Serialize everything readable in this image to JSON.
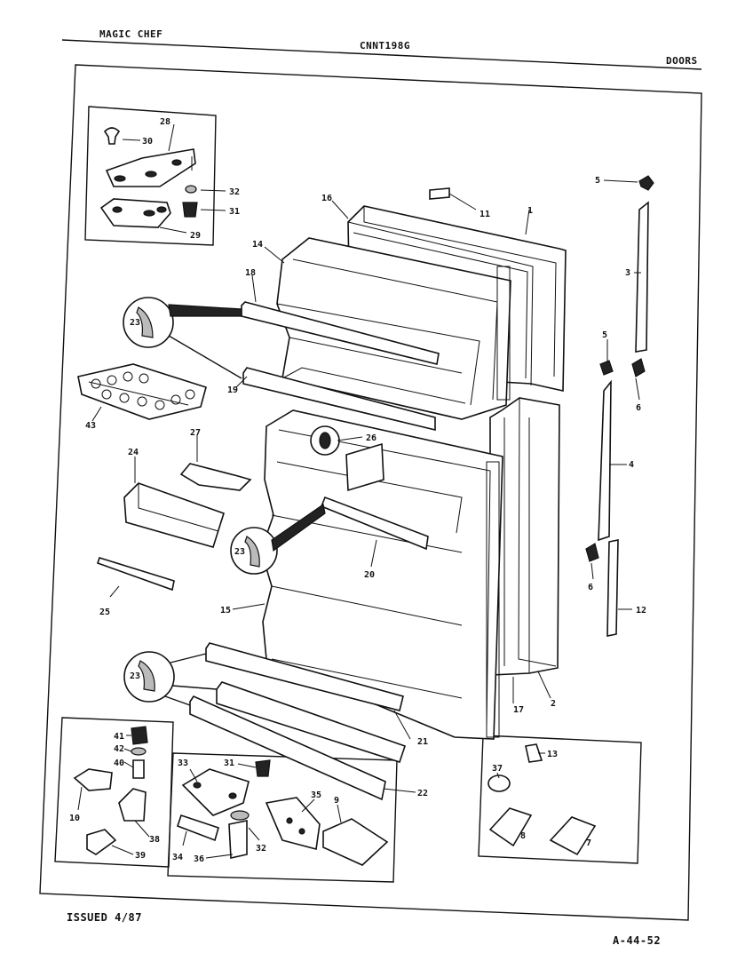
{
  "header": {
    "brand": "MAGIC CHEF",
    "model": "CNNT198G",
    "section": "DOORS"
  },
  "footer": {
    "issued": "ISSUED 4/87",
    "page_code": "A-44-52"
  },
  "callouts": [
    "1",
    "2",
    "3",
    "4",
    "5",
    "5",
    "6",
    "6",
    "7",
    "8",
    "9",
    "10",
    "11",
    "12",
    "13",
    "14",
    "15",
    "16",
    "17",
    "18",
    "19",
    "20",
    "21",
    "22",
    "23",
    "23",
    "23",
    "24",
    "25",
    "26",
    "27",
    "28",
    "29",
    "30",
    "31",
    "31",
    "32",
    "32",
    "33",
    "34",
    "35",
    "36",
    "37",
    "38",
    "39",
    "40",
    "41",
    "42",
    "43"
  ]
}
